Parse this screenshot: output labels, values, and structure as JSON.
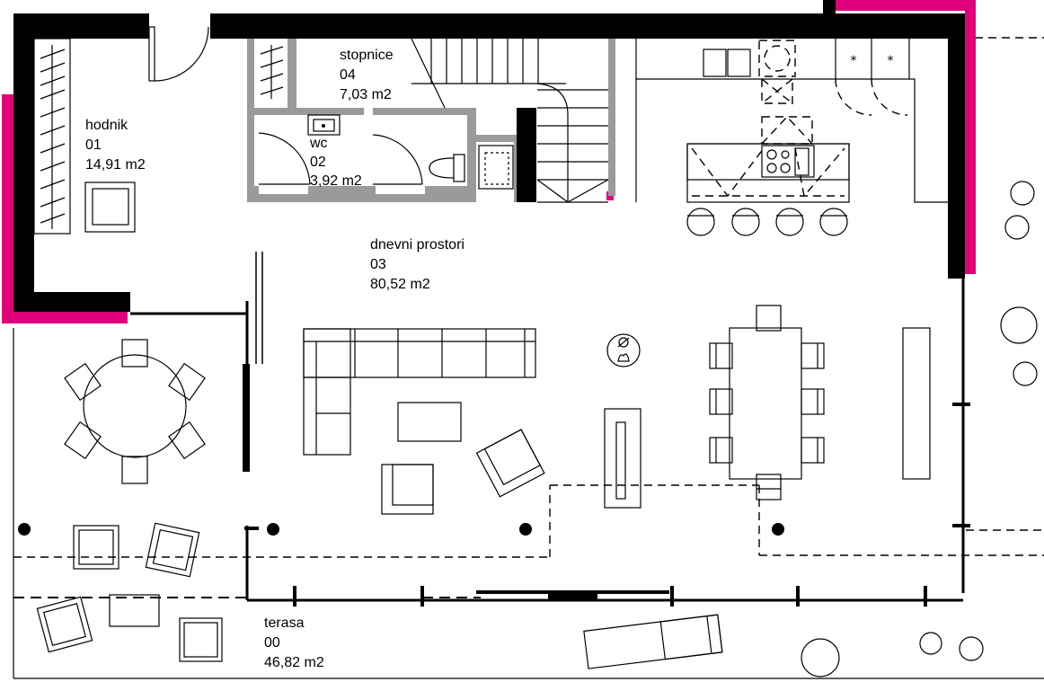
{
  "rooms": {
    "hodnik": {
      "name": "hodnik",
      "number": "01",
      "area": "14,91 m2"
    },
    "wc": {
      "name": "wc",
      "number": "02",
      "area": "3,92 m2"
    },
    "stopnice": {
      "name": "stopnice",
      "number": "04",
      "area": "7,03 m2"
    },
    "dnevni": {
      "name": "dnevni prostori",
      "number": "03",
      "area": "80,52 m2"
    },
    "terasa": {
      "name": "terasa",
      "number": "00",
      "area": "46,82 m2"
    }
  },
  "colors": {
    "wall": "#000000",
    "accent": "#e0007a",
    "partition": "#9a9a9a",
    "background": "#ffffff"
  },
  "icons": [
    "fireplace-icon",
    "cooktop-icon",
    "sink-icon",
    "toilet-icon",
    "door-swing-icon"
  ]
}
